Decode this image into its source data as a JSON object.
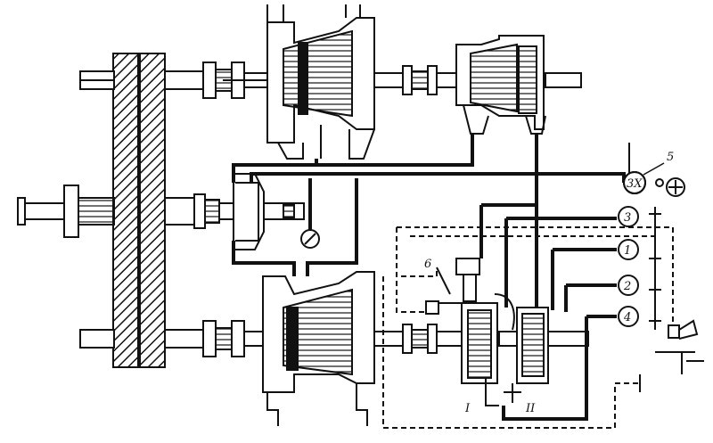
{
  "labels": {
    "circle_1": "1",
    "circle_2": "2",
    "circle_3": "3",
    "circle_4": "4",
    "circle_5": "5",
    "valve_6": "6",
    "coupling_I": "I",
    "coupling_II": "II",
    "symbol_3X": "3X"
  },
  "colors": {
    "ink": "#111111",
    "paper": "#ffffff"
  }
}
